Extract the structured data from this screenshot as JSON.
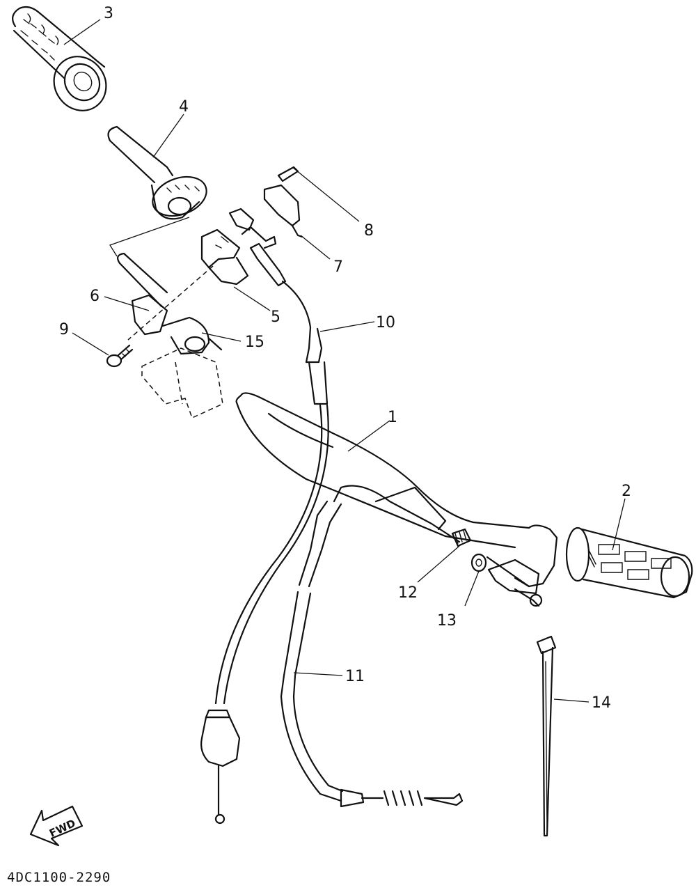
{
  "diagram": {
    "labels": {
      "p1": "1",
      "p2": "2",
      "p3": "3",
      "p4": "4",
      "p5": "5",
      "p6": "6",
      "p7": "7",
      "p8": "8",
      "p9": "9",
      "p10": "10",
      "p11": "11",
      "p12": "12",
      "p13": "13",
      "p14": "14",
      "p15": "15"
    },
    "fwd_label": "FWD",
    "drawing_code": "4DC1100-2290"
  }
}
